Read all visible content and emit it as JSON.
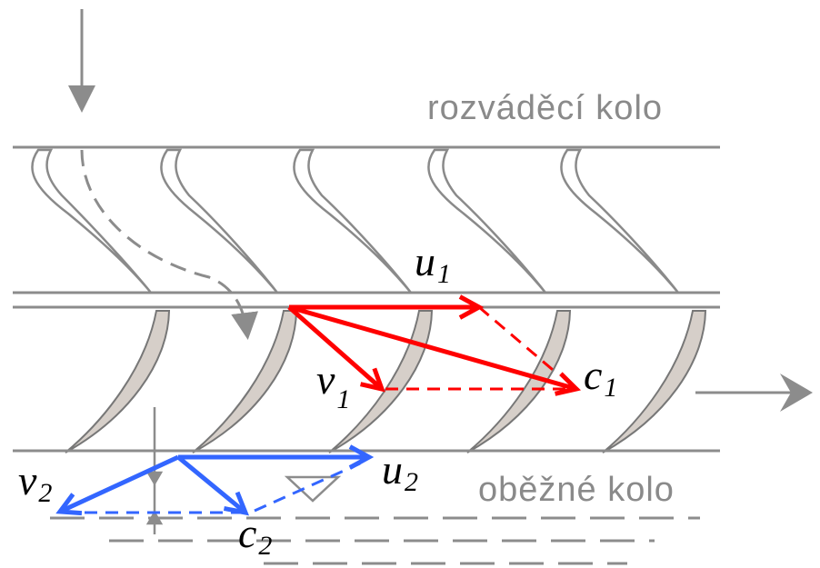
{
  "labels": {
    "stator": "rozváděcí kolo",
    "rotor": "oběžné kolo"
  },
  "inlet_triangle": {
    "color": "#ff0000",
    "u": {
      "symbol": "u",
      "index": "1"
    },
    "v": {
      "symbol": "v",
      "index": "1"
    },
    "c": {
      "symbol": "c",
      "index": "1"
    }
  },
  "outlet_triangle": {
    "color": "#3366ff",
    "u": {
      "symbol": "u",
      "index": "2"
    },
    "v": {
      "symbol": "v",
      "index": "2"
    },
    "c": {
      "symbol": "c",
      "index": "2"
    }
  },
  "colors": {
    "line_gray": "#8c8c8c",
    "blade_fill": "#d6cfc9",
    "blade_outline": "#777777"
  }
}
